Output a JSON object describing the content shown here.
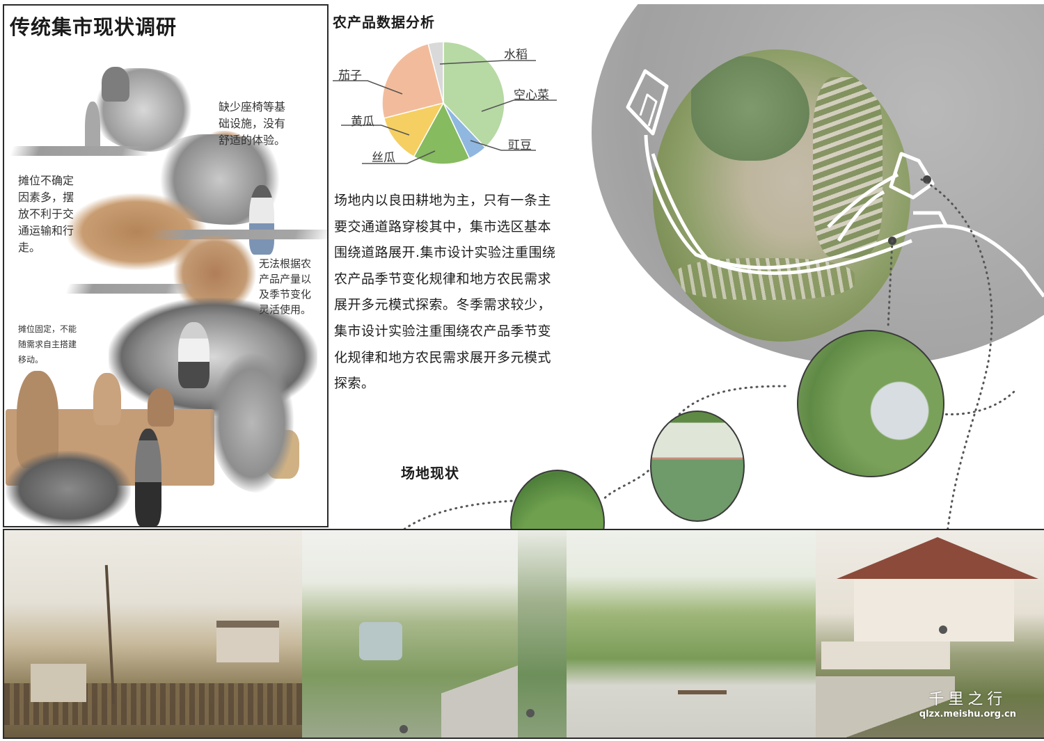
{
  "survey": {
    "title": "传统集市现状调研",
    "notes": [
      {
        "text": "缺少座椅等基础设施，没有舒适的体验。",
        "lines": [
          "缺少座椅等基",
          "础设施，没有",
          "舒适的体验。"
        ]
      },
      {
        "text": "摊位不确定因素多，摆放不利于交通运输和行走。",
        "lines": [
          "摊位不确定",
          "因素多，摆",
          "放不利于交",
          "通运输和行",
          "走。"
        ]
      },
      {
        "text": "无法根据农产品产量以及季节变化灵活使用。",
        "lines": [
          "无法根据农",
          "产品产量以",
          "及季节变化",
          "灵活使用。"
        ]
      },
      {
        "text": "摊位固定，不能随需求自主搭建移动。",
        "lines": [
          "摊位固定，不能",
          "随需求自主搭建",
          "移动。"
        ]
      }
    ]
  },
  "pie_section": {
    "title": "农产品数据分析"
  },
  "chart_data": {
    "type": "pie",
    "title": "农产品数据分析",
    "categories": [
      "空心菜",
      "豇豆",
      "丝瓜",
      "黄瓜",
      "茄子",
      "水稻"
    ],
    "values": [
      38,
      5,
      15,
      13,
      25,
      4
    ],
    "colors": [
      "#b7d9a4",
      "#8fb7e0",
      "#86bb5f",
      "#f5cf62",
      "#f2bc9c",
      "#d9d9d9"
    ],
    "unit": "% (estimated from slice angles)",
    "start_angle": "12 o'clock, clockwise",
    "legend_position": "leader-line labels around pie"
  },
  "description": {
    "lines": [
      "场地内以良田耕地为主，只有一条主",
      "要交通道路穿梭其中，集市选区基本",
      "围绕道路展开.集市设计实验注重围绕",
      "农产品季节变化规律和地方农民需求",
      "展开多元模式探索。冬季需求较少，",
      "集市设计实验注重围绕农产品季节变",
      "化规律和地方农民需求展开多元模式",
      "探索。"
    ]
  },
  "site_section": {
    "label": "场地现状"
  },
  "watermark": {
    "brand": "千里之行",
    "url": "qlzx.meishu.org.cn"
  },
  "colors": {
    "frame": "#2a2a2a",
    "sepia": "#c9a27e",
    "map_grey": "#a9a9a9",
    "vegetation": "#7c9a52"
  }
}
